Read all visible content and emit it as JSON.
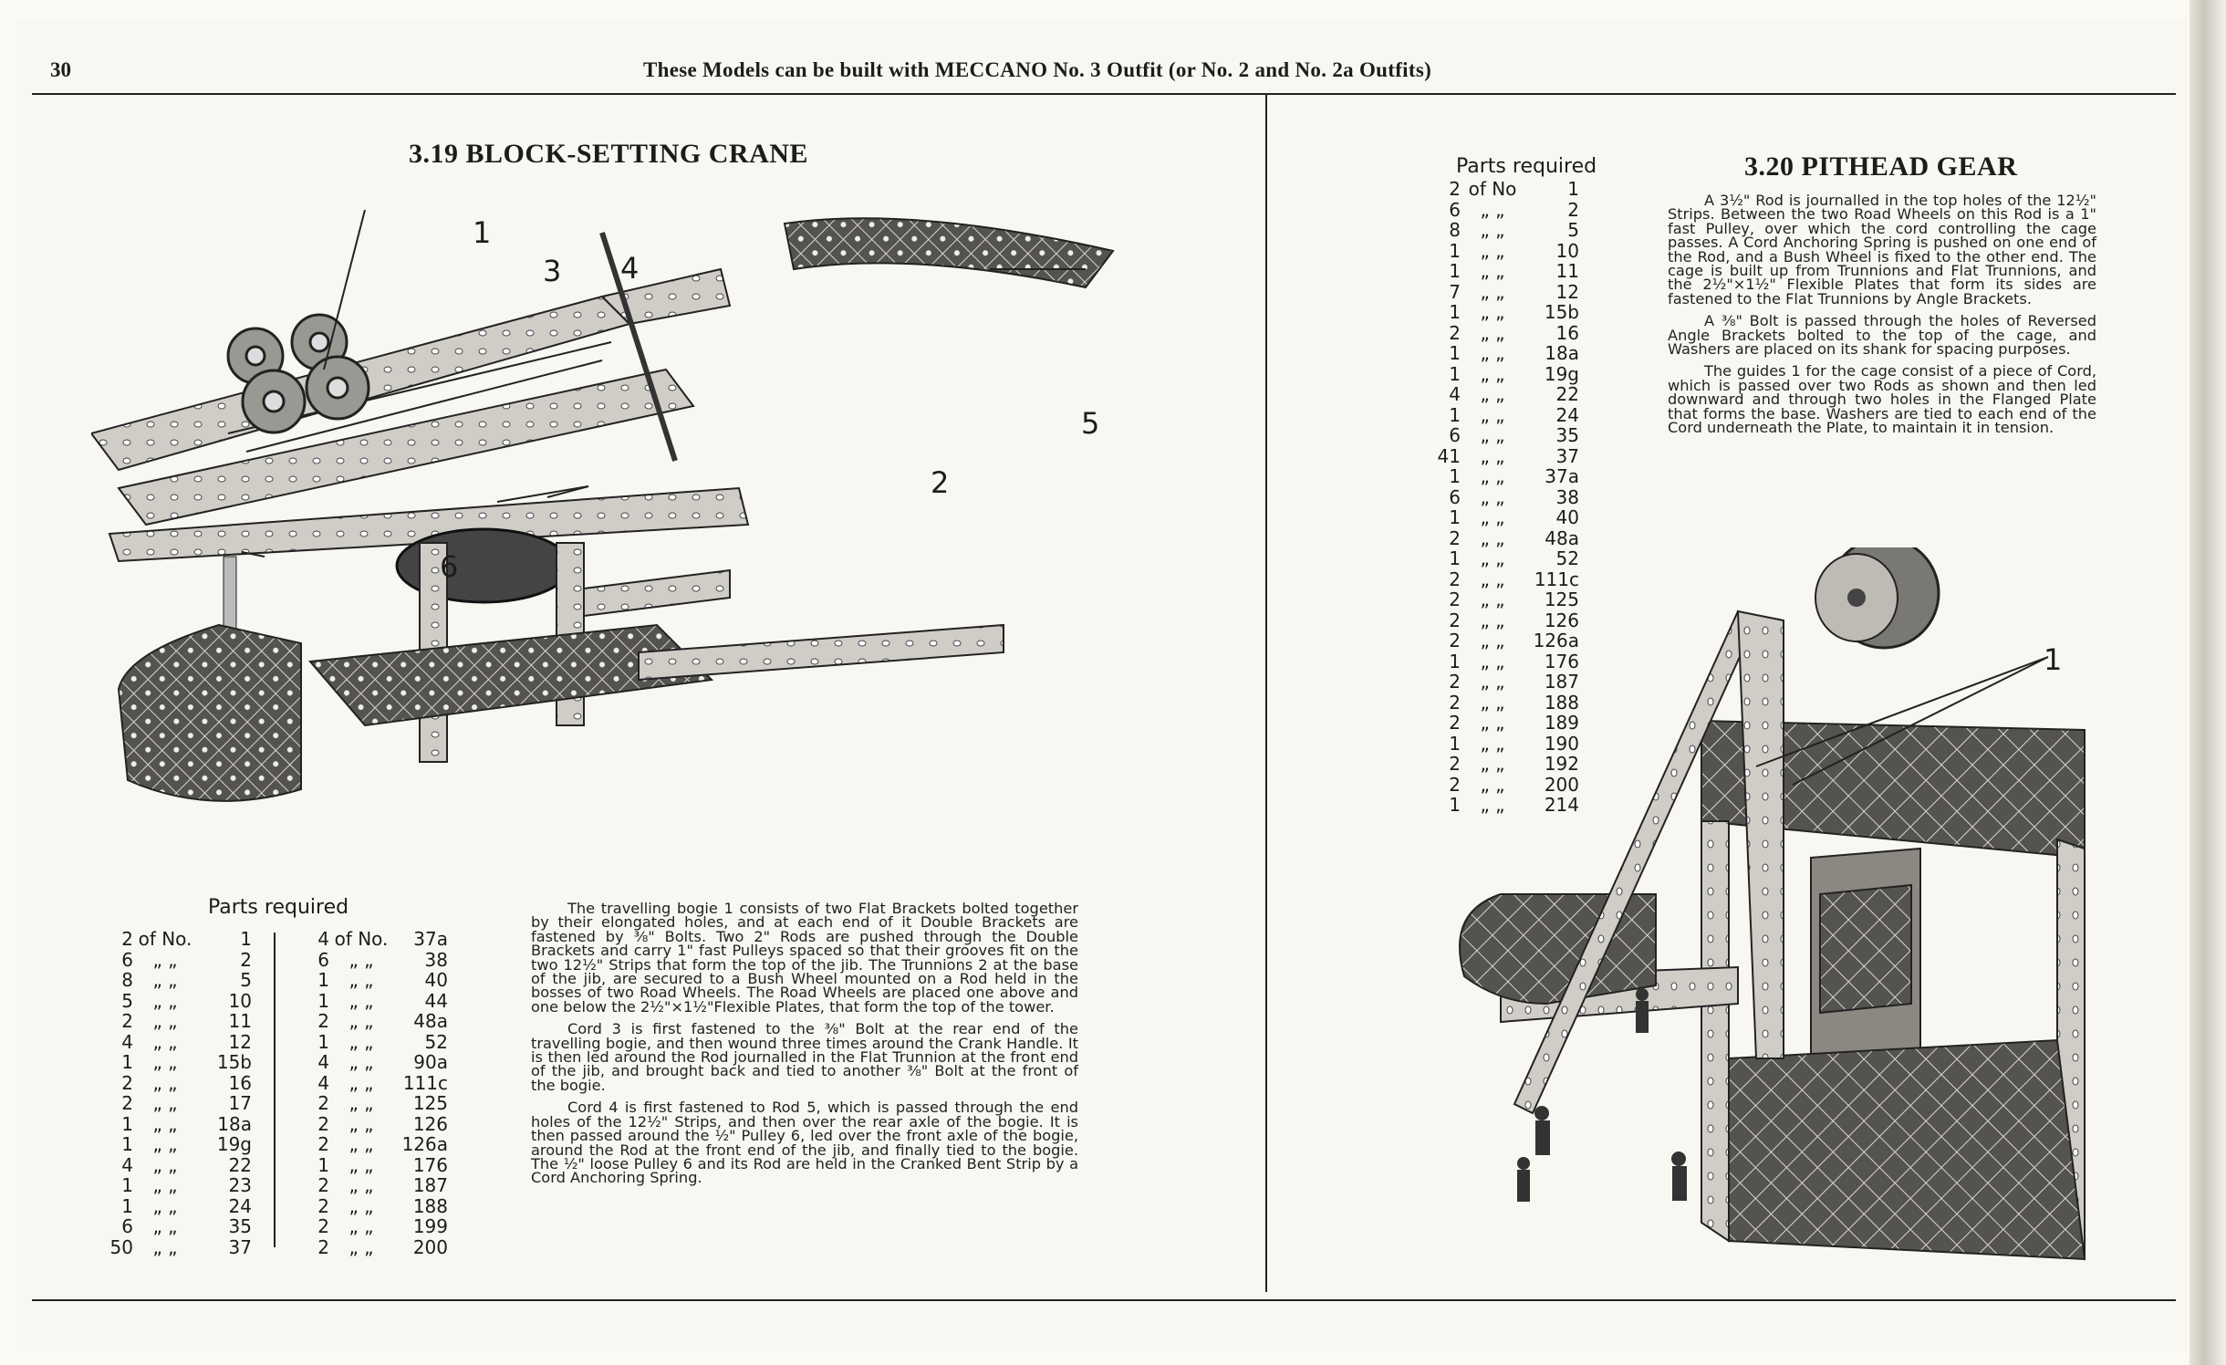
{
  "header": {
    "page_number": "30",
    "running_title": "These Models can be built with MECCANO No. 3 Outfit (or No. 2 and No. 2a Outfits)"
  },
  "left": {
    "title": "3.19  BLOCK-SETTING CRANE",
    "callouts": [
      "1",
      "3",
      "4",
      "5",
      "2",
      "6"
    ],
    "parts_heading": "Parts required",
    "parts_col1": [
      [
        "2",
        "of No.",
        "1"
      ],
      [
        "6",
        "„  „",
        "2"
      ],
      [
        "8",
        "„  „",
        "5"
      ],
      [
        "5",
        "„  „",
        "10"
      ],
      [
        "2",
        "„  „",
        "11"
      ],
      [
        "4",
        "„  „",
        "12"
      ],
      [
        "1",
        "„  „",
        "15b"
      ],
      [
        "2",
        "„  „",
        "16"
      ],
      [
        "2",
        "„  „",
        "17"
      ],
      [
        "1",
        "„  „",
        "18a"
      ],
      [
        "1",
        "„  „",
        "19g"
      ],
      [
        "4",
        "„  „",
        "22"
      ],
      [
        "1",
        "„  „",
        "23"
      ],
      [
        "1",
        "„  „",
        "24"
      ],
      [
        "6",
        "„  „",
        "35"
      ],
      [
        "50",
        "„  „",
        "37"
      ]
    ],
    "parts_col2": [
      [
        "4",
        "of No.",
        "37a"
      ],
      [
        "6",
        "„  „",
        "38"
      ],
      [
        "1",
        "„  „",
        "40"
      ],
      [
        "1",
        "„  „",
        "44"
      ],
      [
        "2",
        "„  „",
        "48a"
      ],
      [
        "1",
        "„  „",
        "52"
      ],
      [
        "4",
        "„  „",
        "90a"
      ],
      [
        "4",
        "„  „",
        "111c"
      ],
      [
        "2",
        "„  „",
        "125"
      ],
      [
        "2",
        "„  „",
        "126"
      ],
      [
        "2",
        "„  „",
        "126a"
      ],
      [
        "1",
        "„  „",
        "176"
      ],
      [
        "2",
        "„  „",
        "187"
      ],
      [
        "2",
        "„  „",
        "188"
      ],
      [
        "2",
        "„  „",
        "199"
      ],
      [
        "2",
        "„  „",
        "200"
      ]
    ],
    "paragraphs": [
      "The travelling bogie 1 consists of two Flat Brackets bolted together by their elongated holes, and at each end of it Double Brackets are fastened by ⅜\" Bolts.  Two 2\" Rods are pushed through the Double Brackets and carry 1\" fast Pulleys spaced so that their grooves fit on the two 12½\" Strips that form the top of the jib.  The Trunnions 2 at the base of the jib, are secured to a Bush Wheel mounted on a Rod held in the bosses of two Road Wheels. The Road Wheels are placed one above and one below the 2½\"×1½\"Flexible Plates, that form the top of the tower.",
      "Cord 3 is first fastened to the ⅜\" Bolt at the rear end of the travelling bogie, and then wound three times around the Crank Handle.  It is then led around the Rod journalled in the Flat Trunnion at the front end of the jib, and brought back and tied to another ⅜\" Bolt at the front of the bogie.",
      "Cord 4 is first fastened to Rod 5, which is passed through the end holes of the 12½\" Strips, and then over the rear axle of the bogie. It is then passed around the ½\" Pulley 6, led over the front axle of the bogie, around the Rod at the front end of the jib, and finally tied to the bogie. The ½\" loose Pulley 6 and its Rod are held in the Cranked Bent Strip by a Cord Anchoring Spring."
    ]
  },
  "right": {
    "title": "3.20  PITHEAD GEAR",
    "callouts": [
      "1"
    ],
    "parts_heading": "Parts required",
    "parts": [
      [
        "2",
        "of No",
        "1"
      ],
      [
        "6",
        "„  „",
        "2"
      ],
      [
        "8",
        "„  „",
        "5"
      ],
      [
        "1",
        "„  „",
        "10"
      ],
      [
        "1",
        "„  „",
        "11"
      ],
      [
        "7",
        "„  „",
        "12"
      ],
      [
        "1",
        "„  „",
        "15b"
      ],
      [
        "2",
        "„  „",
        "16"
      ],
      [
        "1",
        "„  „",
        "18a"
      ],
      [
        "1",
        "„  „",
        "19g"
      ],
      [
        "4",
        "„  „",
        "22"
      ],
      [
        "1",
        "„  „",
        "24"
      ],
      [
        "6",
        "„  „",
        "35"
      ],
      [
        "41",
        "„  „",
        "37"
      ],
      [
        "1",
        "„  „",
        "37a"
      ],
      [
        "6",
        "„  „",
        "38"
      ],
      [
        "1",
        "„  „",
        "40"
      ],
      [
        "2",
        "„  „",
        "48a"
      ],
      [
        "1",
        "„  „",
        "52"
      ],
      [
        "2",
        "„  „",
        "111c"
      ],
      [
        "2",
        "„  „",
        "125"
      ],
      [
        "2",
        "„  „",
        "126"
      ],
      [
        "2",
        "„  „",
        "126a"
      ],
      [
        "1",
        "„  „",
        "176"
      ],
      [
        "2",
        "„  „",
        "187"
      ],
      [
        "2",
        "„  „",
        "188"
      ],
      [
        "2",
        "„  „",
        "189"
      ],
      [
        "1",
        "„  „",
        "190"
      ],
      [
        "2",
        "„  „",
        "192"
      ],
      [
        "2",
        "„  „",
        "200"
      ],
      [
        "1",
        "„  „",
        "214"
      ]
    ],
    "paragraphs": [
      "A 3½\" Rod is journalled in the top holes of the 12½\" Strips.  Between the two Road Wheels on this Rod is a 1\" fast Pulley, over which the cord controlling the cage passes.  A Cord Anchoring Spring is pushed on one end of the Rod, and a Bush Wheel is fixed to the other end. The cage is built up from Trunnions and Flat Trunnions, and the 2½\"×1½\" Flexible Plates that form its sides are fastened to the Flat Trunnions by Angle Brackets.",
      "A ⅜\" Bolt is passed through the holes of Reversed Angle Brackets bolted to the top of the cage, and Washers are placed on its shank for spacing purposes.",
      "The guides 1 for the cage consist of a piece of Cord, which is passed over two Rods as shown and then led downward and through two holes in the Flanged Plate that forms the base.  Washers are tied to each end of the Cord underneath the Plate, to maintain it in tension."
    ]
  }
}
